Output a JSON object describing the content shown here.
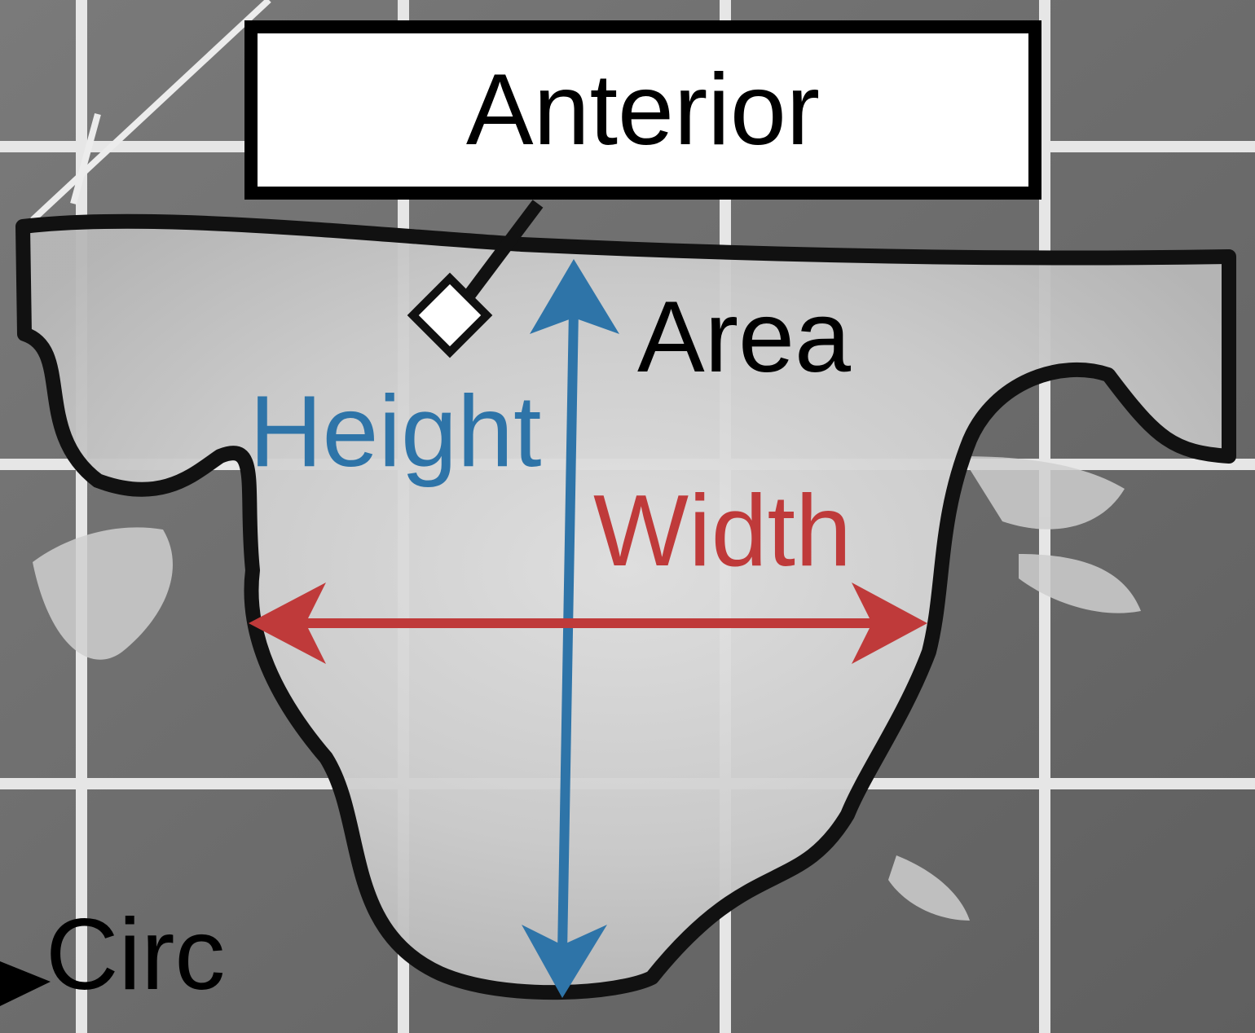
{
  "labels": {
    "anterior": "Anterior",
    "area": "Area",
    "height": "Height",
    "width": "Width",
    "circ": "Circ"
  },
  "colors": {
    "height": "#2e74a8",
    "width": "#bf3a3a",
    "outline": "#111111",
    "text": "#000000",
    "tile": "#6f6f6f",
    "grout": "#e9e9e9",
    "tissue": "#d4d4d4"
  }
}
